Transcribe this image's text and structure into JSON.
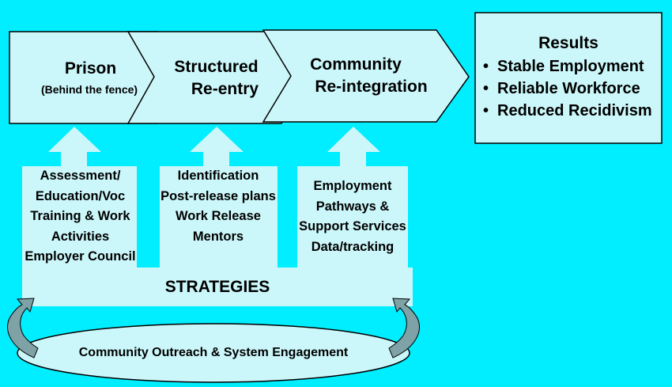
{
  "phases": [
    {
      "title": "Prison",
      "subtitle": "(Behind the fence)"
    },
    {
      "title_line1": "Structured",
      "title_line2": "Re-entry"
    },
    {
      "title_line1": "Community",
      "title_line2": "Re-integration"
    }
  ],
  "results": {
    "title": "Results",
    "items": [
      "Stable Employment",
      "Reliable Workforce",
      "Reduced Recidivism"
    ]
  },
  "strategy_columns": [
    {
      "lines": [
        "Assessment/",
        "Education/Voc",
        "Training & Work",
        "Activities",
        "Employer Council"
      ]
    },
    {
      "lines": [
        "Identification",
        "Post-release plans",
        "Work Release",
        "Mentors"
      ]
    },
    {
      "lines": [
        "Employment",
        "Pathways &",
        "Support Services",
        "Data/tracking"
      ]
    }
  ],
  "strategies_label": "STRATEGIES",
  "outreach_label": "Community Outreach & System Engagement",
  "colors": {
    "background": "#00eeff",
    "box_fill": "#ccf7fa",
    "outline": "#000000",
    "curved_arrow": "#7fa2a6"
  }
}
